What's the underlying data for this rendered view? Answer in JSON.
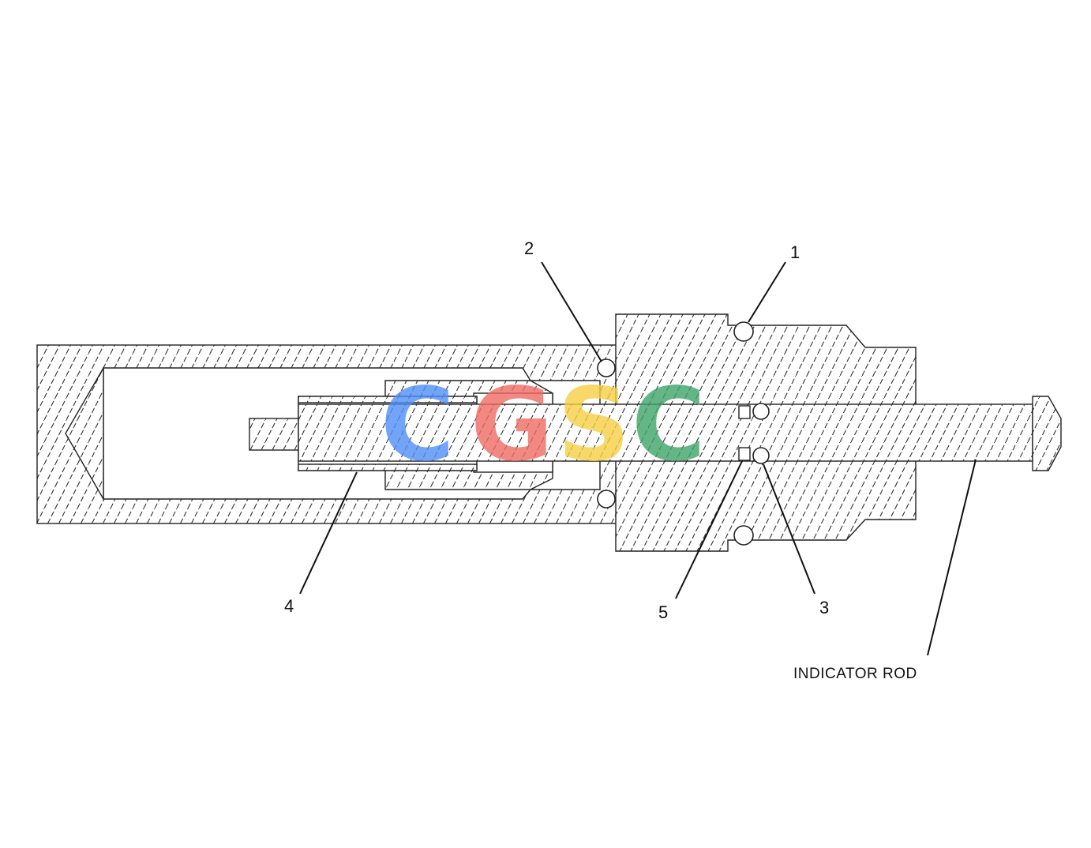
{
  "watermark": {
    "letters": [
      {
        "char": "C",
        "color": "#4f8ef7"
      },
      {
        "char": "G",
        "color": "#ef6b63"
      },
      {
        "char": "S",
        "color": "#f6cf43"
      },
      {
        "char": "C",
        "color": "#3fa46a"
      }
    ]
  },
  "callouts": [
    {
      "id": "1",
      "label": "1"
    },
    {
      "id": "2",
      "label": "2"
    },
    {
      "id": "3",
      "label": "3"
    },
    {
      "id": "4",
      "label": "4"
    },
    {
      "id": "5",
      "label": "5"
    }
  ],
  "caption": "INDICATOR ROD"
}
